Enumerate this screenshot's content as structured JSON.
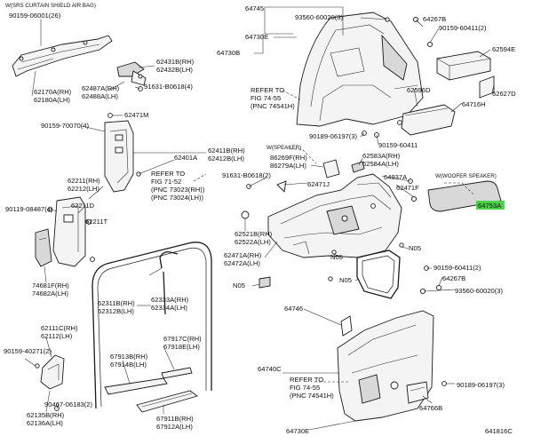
{
  "notes": {
    "airbag": "W(SRS CURTAIN SHIELD AIR BAG)",
    "speaker": "W(SPEAKER)",
    "woofer": "W(WOOFER SPEAKER)"
  },
  "references": {
    "ref1": [
      "REFER TO",
      "FIG 74-55",
      "(PNC 74541H)"
    ],
    "ref2": [
      "REFER TO",
      "FIG 71-52",
      "(PNC 73023(RH))",
      "(PNC 73024(LH))"
    ],
    "ref3": [
      "REFER TO",
      "FIG 74-55",
      "(PNC 74541H)"
    ]
  },
  "parts": {
    "p90159_06001": "90159-06001(26)",
    "p62431": [
      "62431B(RH)",
      "62432B(LH)"
    ],
    "p62170": [
      "62170A(RH)",
      "62180A(LH)"
    ],
    "p62487": [
      "62487A(RH)",
      "62488A(LH)"
    ],
    "p91631_b0618_4": "91631-B0618(4)",
    "p62471M": "62471M",
    "p90159_70070": "90159-70070(4)",
    "p62411": [
      "62411B(RH)",
      "62412B(LH)"
    ],
    "p62401A": "62401A",
    "p62211": [
      "62211(RH)",
      "62212(LH)"
    ],
    "p90119_08487": "90119-08487(4)",
    "p62211D": "62211D",
    "p62211T": "62211T",
    "p74681": [
      "74681F(RH)",
      "74682A(LH)"
    ],
    "p62311": [
      "62311B(RH)",
      "62312B(LH)"
    ],
    "p62333": [
      "62333A(RH)",
      "62334A(LH)"
    ],
    "p62111": [
      "62111C(RH)",
      "62112(LH)"
    ],
    "p90159_40271": "90159-40271(2)",
    "p67913": [
      "67913B(RH)",
      "67914B(LH)"
    ],
    "p67917": [
      "67917C(RH)",
      "67918E(LH)"
    ],
    "p90467_06183": "90467-06183(2)",
    "p62135": [
      "62135B(RH)",
      "62136A(LH)"
    ],
    "p67911": [
      "67911B(RH)",
      "67912A(LH)"
    ],
    "p64745": "64745",
    "p93560_60020_3a": "93560-60020(3)",
    "p64267B_a": "64267B",
    "p90159_60411_2a": "90159-60411(2)",
    "p64730E_a": "64730E",
    "p64730B": "64730B",
    "p62594E": "62594E",
    "p62627D": "62627D",
    "p62596D": "62596D",
    "p64716H": "64716H",
    "p90189_06197_3a": "90189-06197(3)",
    "p90159_60411": "90159-60411",
    "p86269": [
      "86269F(RH)",
      "86279A(LH)"
    ],
    "p62583": [
      "62583A(RH)",
      "62584A(LH)"
    ],
    "p91631_b0618_2": "91631-B0618(2)",
    "p62471J": "62471J",
    "p64937A": "64937A",
    "p62471F": "62471F",
    "p64753A": "64753A",
    "p62521": [
      "62521B(RH)",
      "62522A(LH)"
    ],
    "p62471": [
      "62471A(RH)",
      "62472A(LH)"
    ],
    "pN05_a": "N05",
    "pN05_b": "N05",
    "pN05_c": "N05",
    "p90159_60411_2b": "90159-60411(2)",
    "p64267B_b": "64267B",
    "p93560_60020_3b": "93560-60020(3)",
    "p64746": "64746",
    "p64740C": "64740C",
    "p90189_06197_3b": "90189-06197(3)",
    "p64766B": "64766B",
    "p64730E_b": "64730E"
  },
  "figure_id": "641816C",
  "colors": {
    "highlight": "#4cd14c"
  }
}
